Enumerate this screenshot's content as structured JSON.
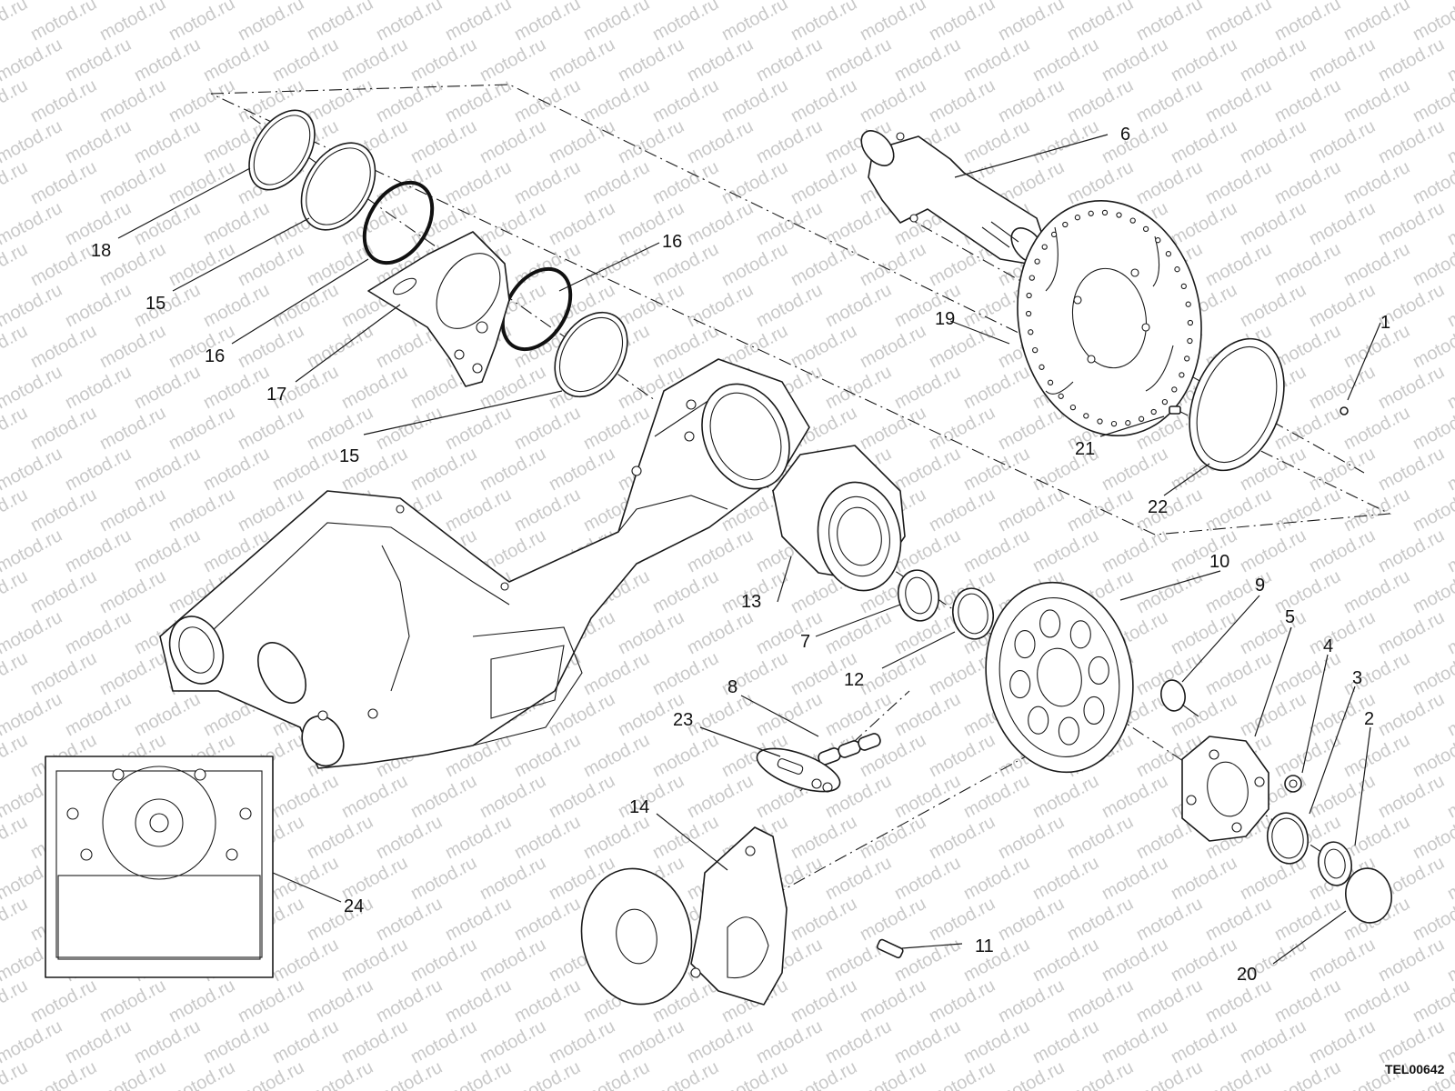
{
  "watermark": "motod.ru",
  "drawing_code": "TEL00642",
  "callouts": {
    "c1": "1",
    "c2": "2",
    "c3": "3",
    "c4": "4",
    "c5": "5",
    "c6": "6",
    "c7": "7",
    "c8": "8",
    "c9": "9",
    "c10": "10",
    "c11": "11",
    "c12": "12",
    "c13": "13",
    "c14": "14",
    "c15a": "15",
    "c15b": "15",
    "c16a": "16",
    "c16b": "16",
    "c17": "17",
    "c18": "18",
    "c19": "19",
    "c20": "20",
    "c21": "21",
    "c22": "22",
    "c23": "23",
    "c24": "24"
  }
}
